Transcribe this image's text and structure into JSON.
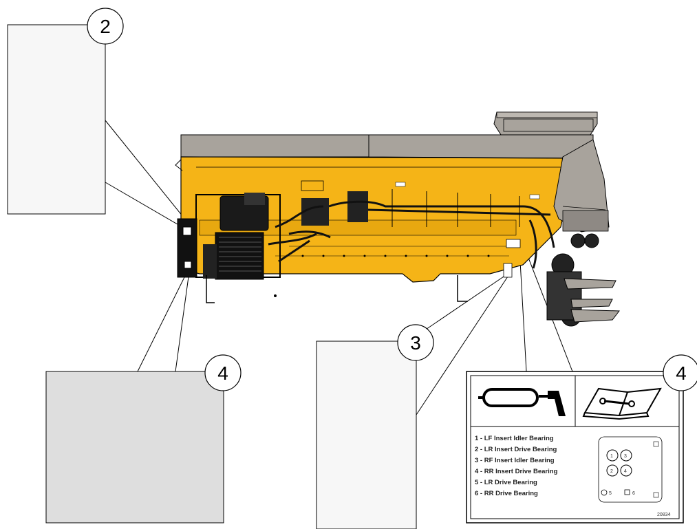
{
  "callouts": [
    {
      "id": "2"
    },
    {
      "id": "4"
    },
    {
      "id": "3"
    },
    {
      "id": "4"
    }
  ],
  "decal": {
    "lines": [
      "1 - LF Insert Idler Bearing",
      "2 - LR Insert Drive Bearing",
      "3 - RF Insert Idler Bearing",
      "4 - RR Insert Drive Bearing",
      "5 - LR Drive Bearing",
      "6 - RR Drive Bearing"
    ],
    "grid_numbers": [
      "1",
      "3",
      "2",
      "4",
      "5",
      "6"
    ],
    "part_code": "20834",
    "icons": [
      "grease-gun-icon",
      "manual-book-icon"
    ]
  },
  "colors": {
    "body_yellow": "#F5B417",
    "hopper_gray": "#A8A39C",
    "outline": "#000000",
    "placeholder_light": "#F7F7F7",
    "placeholder_gray": "#DEDEDE"
  }
}
